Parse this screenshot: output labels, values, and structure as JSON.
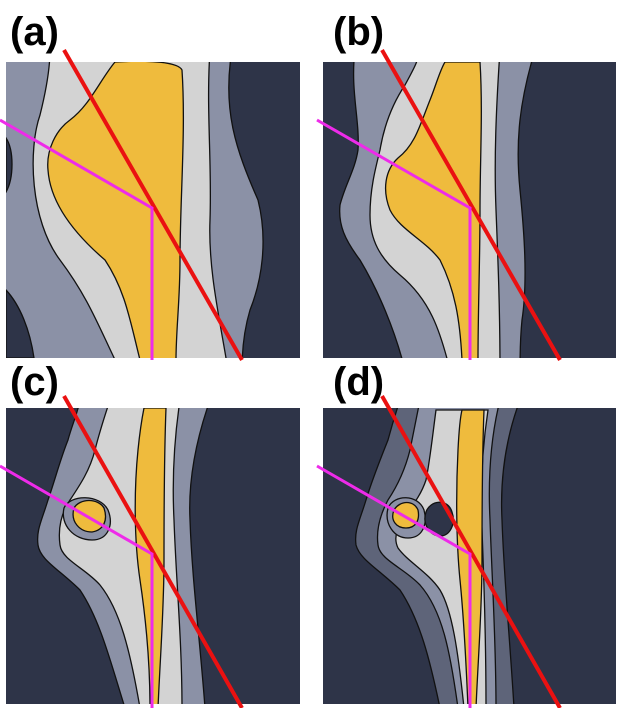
{
  "panels": [
    {
      "label": "(a)"
    },
    {
      "label": "(b)"
    },
    {
      "label": "(c)"
    },
    {
      "label": "(d)"
    }
  ],
  "colors": {
    "background_region": "#2e3448",
    "outer_band": "#8b91a6",
    "middle_band": "#d3d3d3",
    "core": "#efbb3d",
    "red_line": "#ea1111",
    "magenta_line": "#ee2be9",
    "contour": "#111111"
  }
}
